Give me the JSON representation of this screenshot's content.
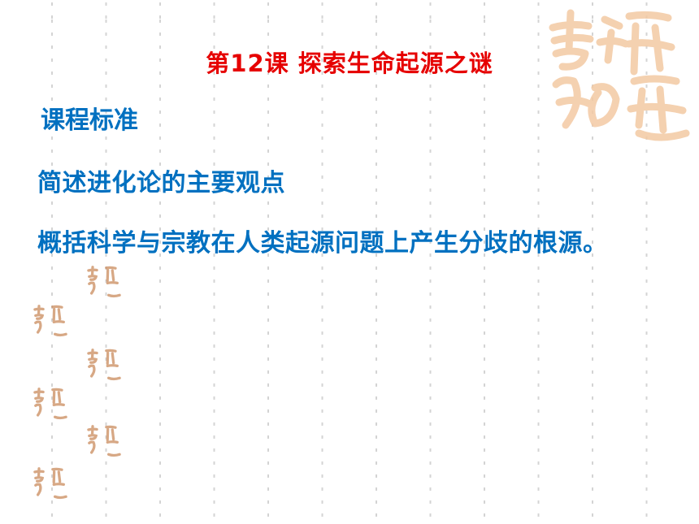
{
  "slide": {
    "title": "第12课  探索生命起源之谜",
    "subhead": "课程标准",
    "points": [
      "简述进化论的主要观点",
      "概括科学与宗教在人类起源问题上产生分歧的根源。"
    ]
  },
  "decor": {
    "seal_text": "吉祥如意",
    "seal_icon": "auspicious-seal-icon"
  },
  "colors": {
    "title": "#e60000",
    "body": "#0070c0",
    "seal_main": "#f3c9a3",
    "seal_small": "#c98b5c",
    "grid": "#d4d4d4"
  }
}
